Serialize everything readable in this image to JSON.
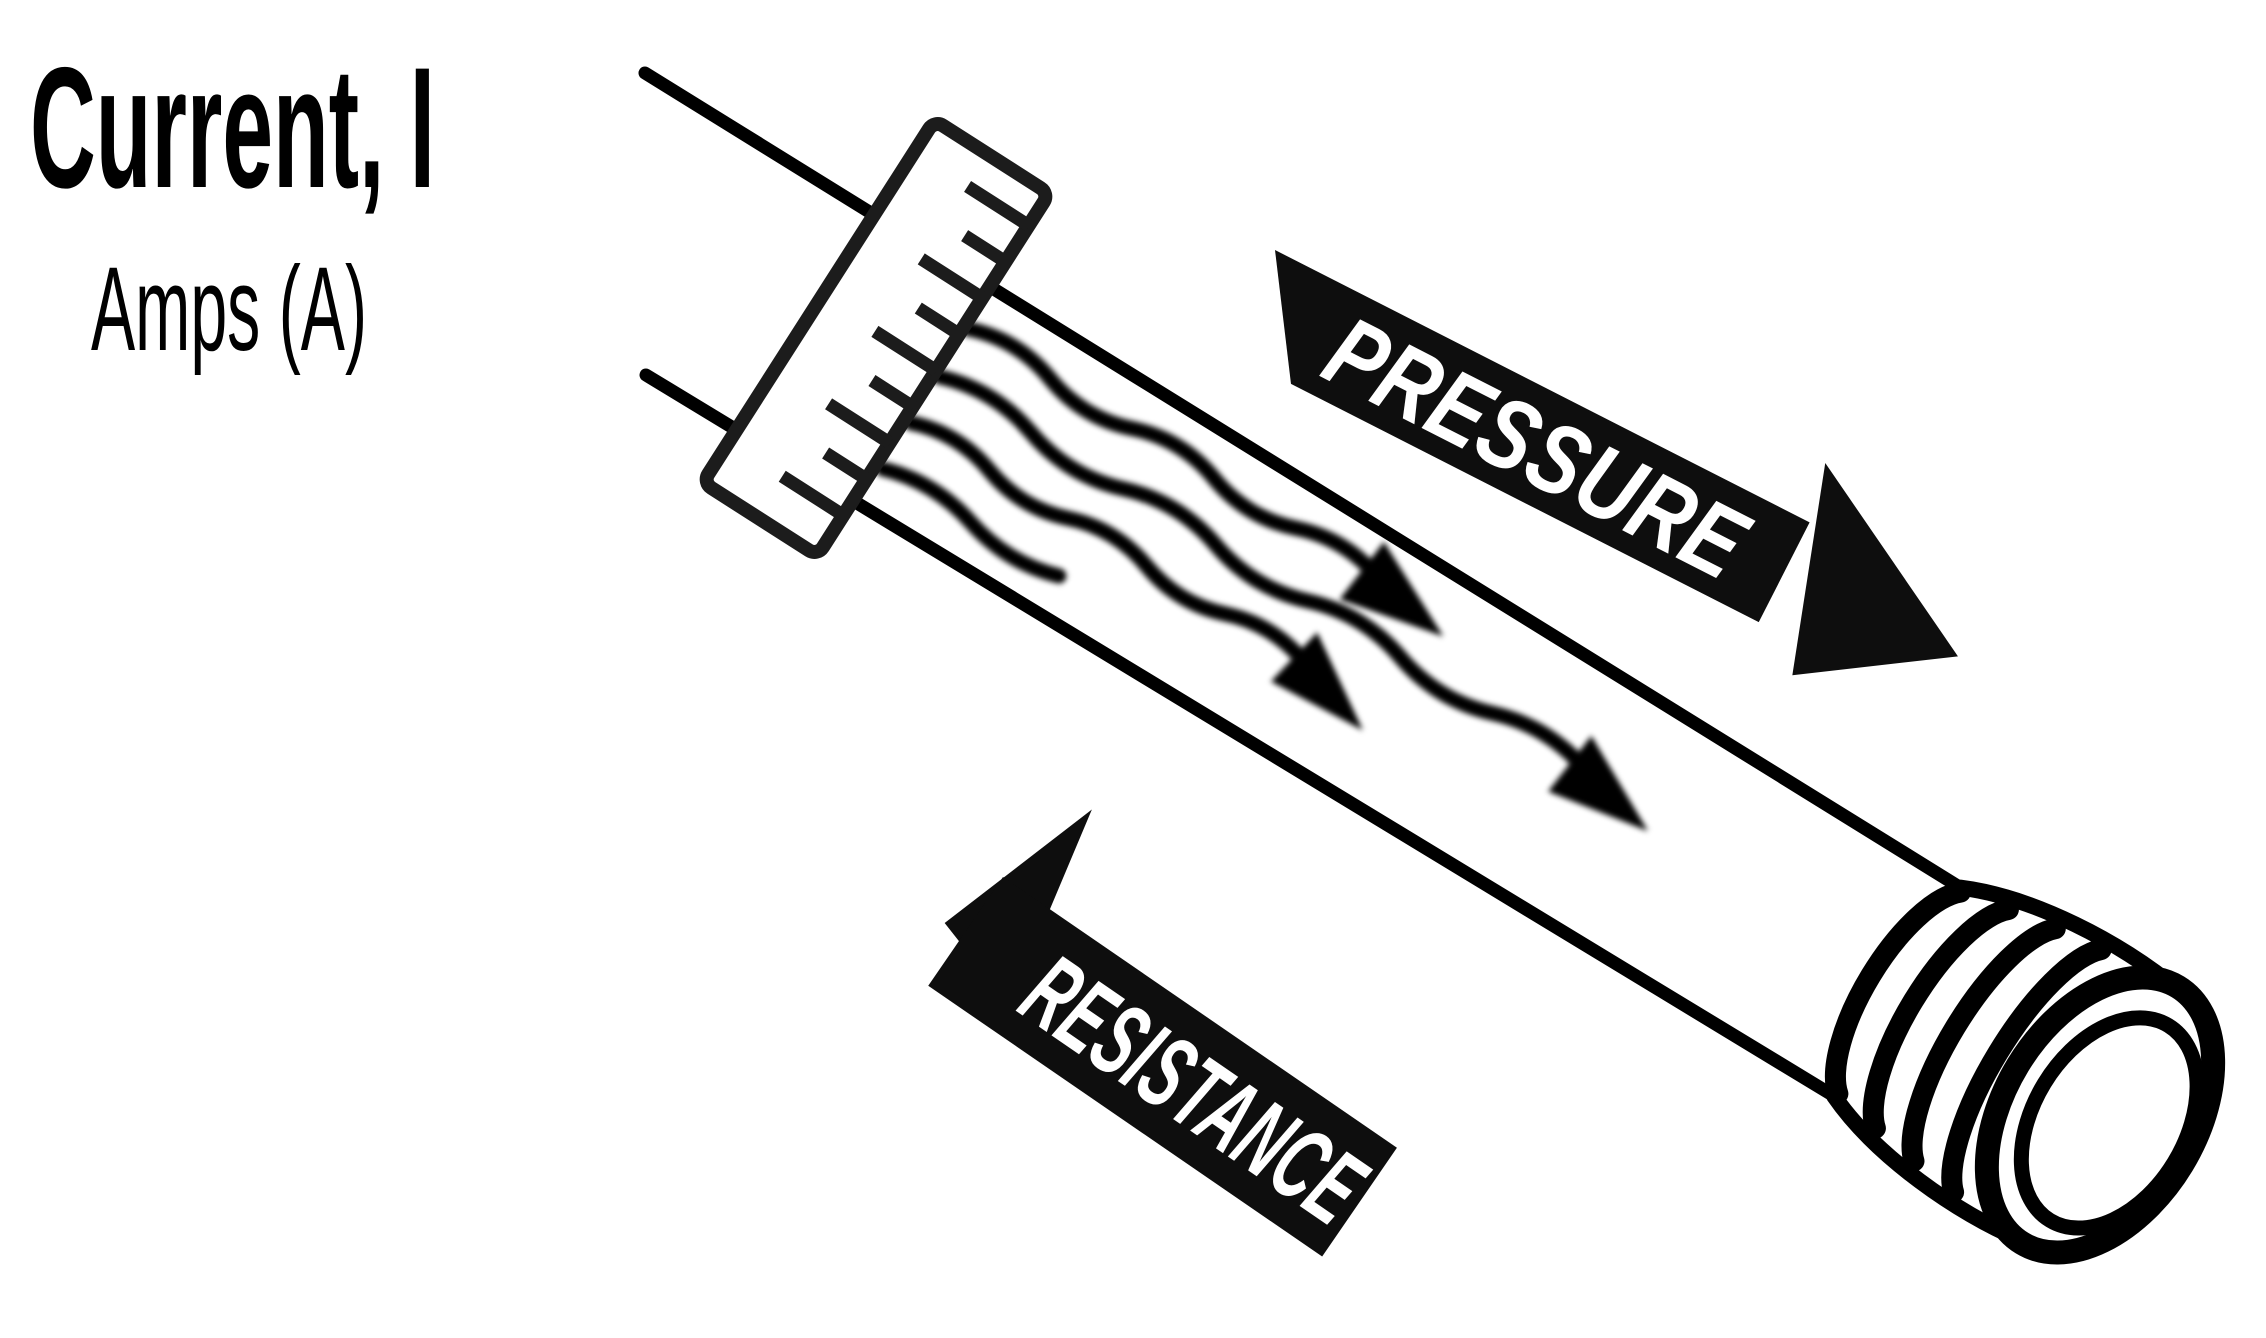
{
  "title": {
    "heading": "Current, I",
    "subheading": "Amps (A)"
  },
  "banners": {
    "pressure": {
      "label": "PRESSURE"
    },
    "resistance": {
      "label": "RESISTANCE"
    }
  },
  "colors": {
    "ink": "#000000",
    "banner_fill": "#0e0e0e",
    "label_text": "#ffffff",
    "background": "#ffffff"
  }
}
